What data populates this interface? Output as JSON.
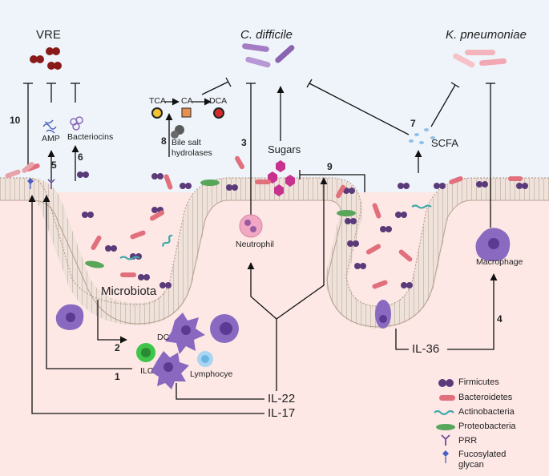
{
  "organisms": {
    "vre": "VRE",
    "c_difficile": "C. difficile",
    "k_pneumoniae": "K. pneumoniae"
  },
  "labels": {
    "amp": "AMP",
    "bacteriocins": "Bacteriocins",
    "tca": "TCA",
    "ca": "CA",
    "dca": "DCA",
    "bile_salt_hydrolases": "Bile salt\nhydrolases",
    "sugars": "Sugars",
    "scfa": "SCFA",
    "neutrophil": "Neutrophil",
    "macrophage": "Macrophage",
    "microbiota": "Microbiota",
    "dc": "DC",
    "ilc": "ILC",
    "lymphocyte": "Lymphocye",
    "il36": "IL-36",
    "il22": "IL-22",
    "il17": "IL-17"
  },
  "step_numbers": [
    "10",
    "5",
    "6",
    "8",
    "3",
    "9",
    "7",
    "4",
    "2",
    "1"
  ],
  "legend": [
    {
      "label": "Firmicutes",
      "icon": "firmicutes-icon"
    },
    {
      "label": "Bacteroidetes",
      "icon": "bacteroidetes-icon"
    },
    {
      "label": "Actinobacteria",
      "icon": "actinobacteria-icon"
    },
    {
      "label": "Proteobacteria",
      "icon": "proteobacteria-icon"
    },
    {
      "label": "PRR",
      "icon": "prr-icon"
    },
    {
      "label": "Fucosylated\nglycan",
      "icon": "fucosylated-glycan-icon"
    }
  ],
  "colors": {
    "lumen": "#eef4fa",
    "tissue": "#fde8e6",
    "epithelium": "#efe2da",
    "firmicutes": "#5b3a7a",
    "bacteroidetes": "#e2707c",
    "actinobacteria": "#3fa9a8",
    "proteobacteria": "#57a65a",
    "vre": "#8a1a1a",
    "c_difficile": "#a47cc4",
    "k_pneumoniae": "#f4b4bc",
    "sugars": "#c8328f",
    "immune_cell": "#7a5cb0",
    "ilc": "#3fc64a",
    "lymphocyte": "#8cc8ec",
    "neutrophil": "#f2a8c2"
  }
}
